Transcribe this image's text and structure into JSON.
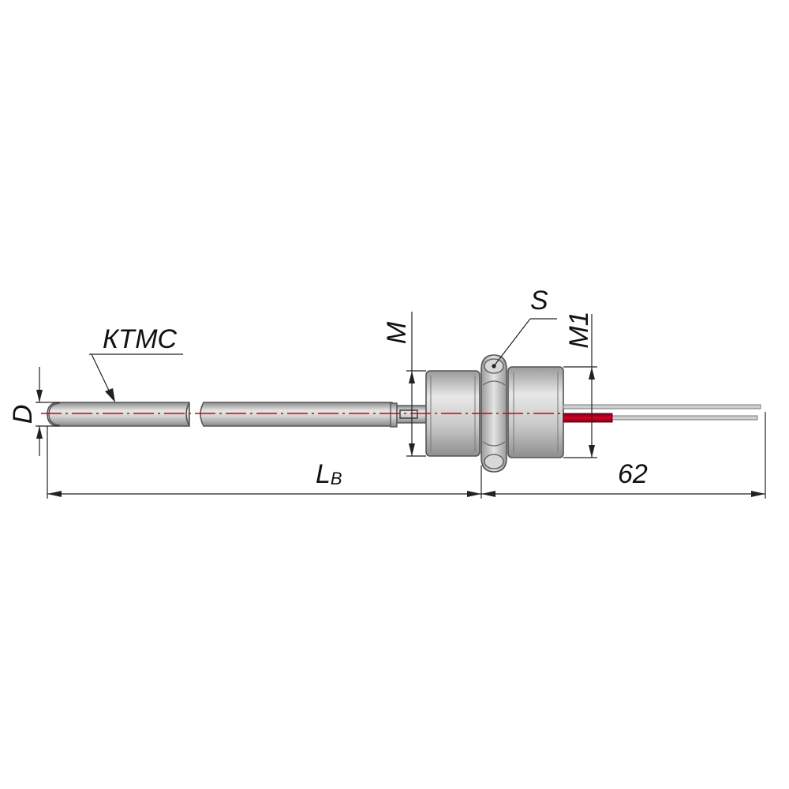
{
  "labels": {
    "probe": "КТМС",
    "diameter": "D",
    "thread": "M",
    "thread2": "M1",
    "wrench": "S",
    "length": "L",
    "length_sub": "B",
    "lead_length": "62"
  },
  "colors": {
    "metal_light": "#e6e6e6",
    "metal_mid": "#b8b8b8",
    "metal_dark": "#8a8a8a",
    "outline": "#555555",
    "axis": "#d40000",
    "wire_red": "#b3001b",
    "dimension": "#222222"
  },
  "icons": {
    "arrow": "filled-triangle-arrowhead",
    "break": "shaft-break-gap"
  }
}
